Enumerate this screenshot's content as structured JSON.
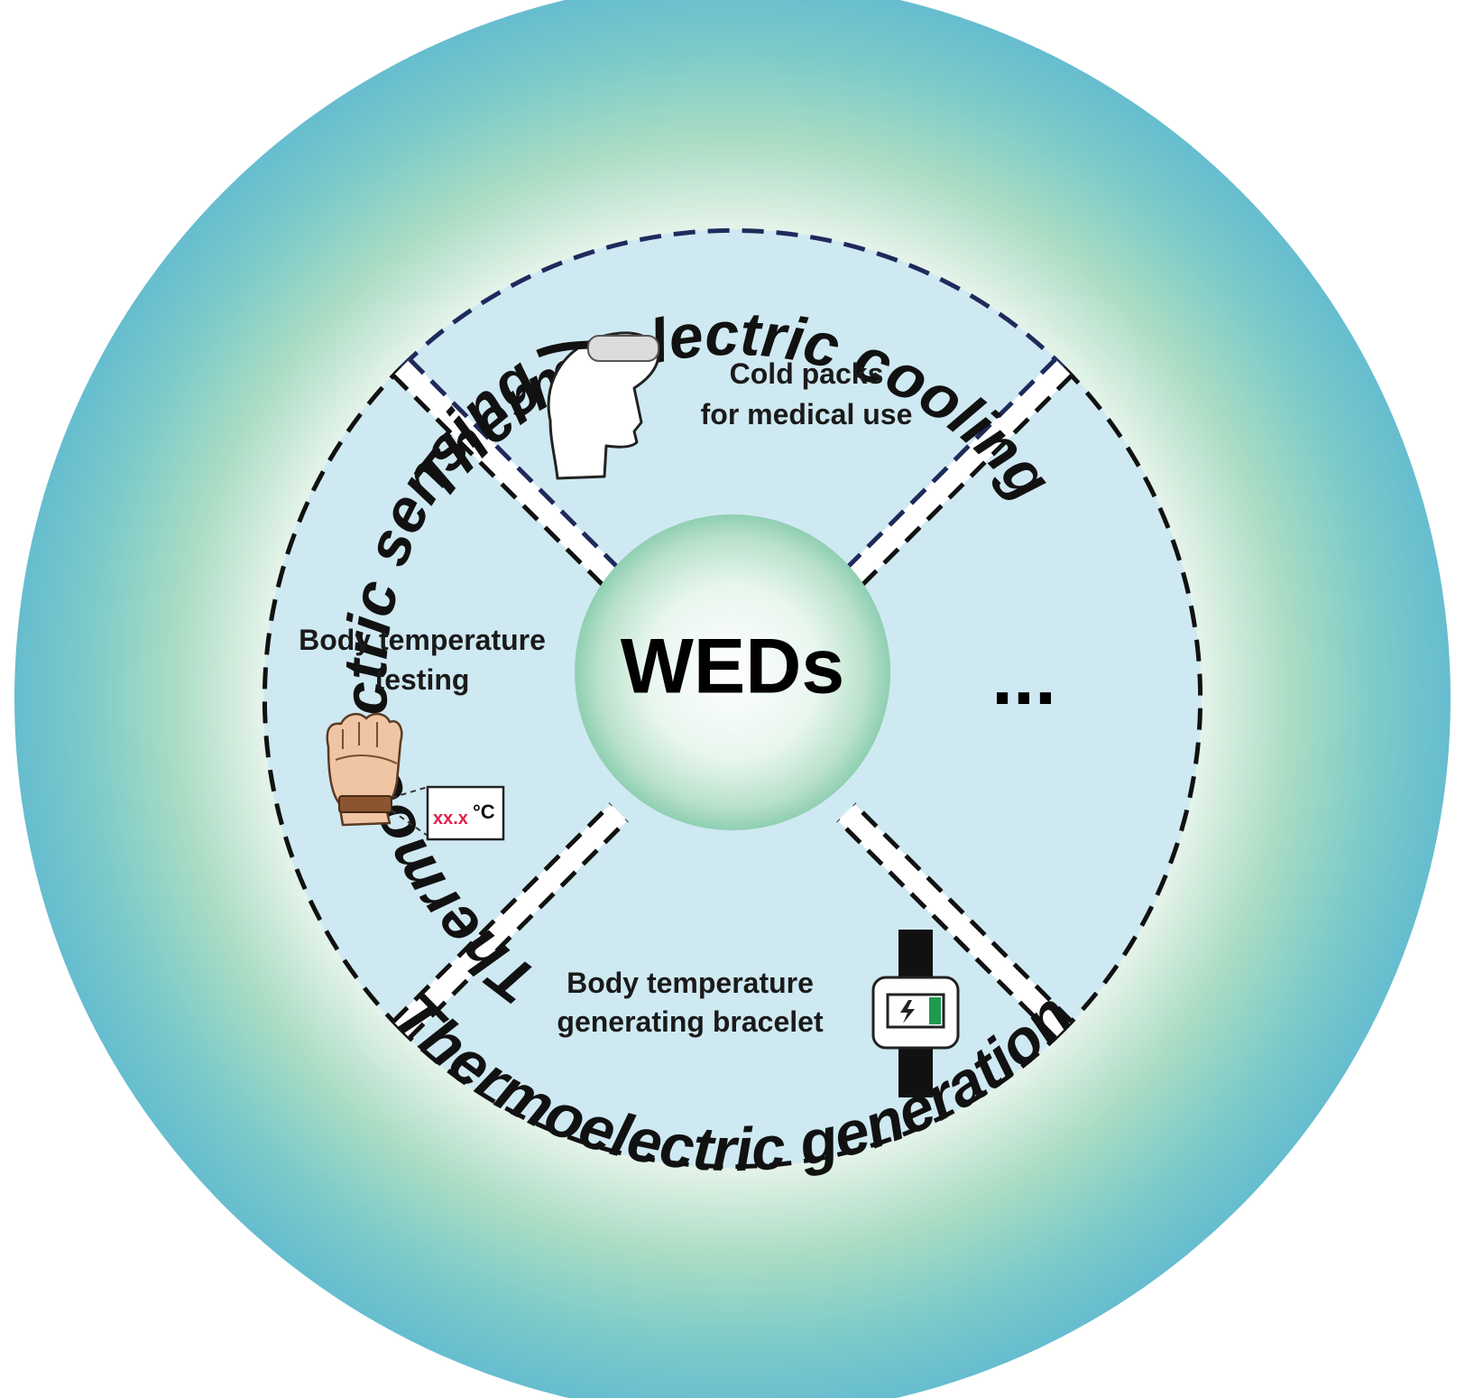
{
  "center": {
    "label": "WEDs"
  },
  "rings": {
    "top": "Thermoelectric cooling",
    "left": "Thermoelectric sensing",
    "bottom": "Thermoelectric generation"
  },
  "quadrants": {
    "top": {
      "line1": "Cold packs",
      "line2": "for medical use"
    },
    "left": {
      "line1": "Body temperature",
      "line2": "testing"
    },
    "bottom": {
      "line1": "Body temperature",
      "line2": "generating bracelet"
    },
    "right": {
      "label": "..."
    }
  },
  "thermometer": {
    "value": "xx.x",
    "unit": "°C"
  },
  "colors": {
    "outer_ring": "#6cc0cf",
    "inner_glow": "#a9dcc4",
    "disc": "#cfe9f2",
    "cooling_dash": "#1f2a5c",
    "dash": "#111111",
    "readout": "#e0204a",
    "battery": "#1e9b4e"
  },
  "icons": [
    "head-with-headband-icon",
    "fist-with-band-icon",
    "thermometer-display-icon",
    "smartwatch-battery-icon"
  ]
}
